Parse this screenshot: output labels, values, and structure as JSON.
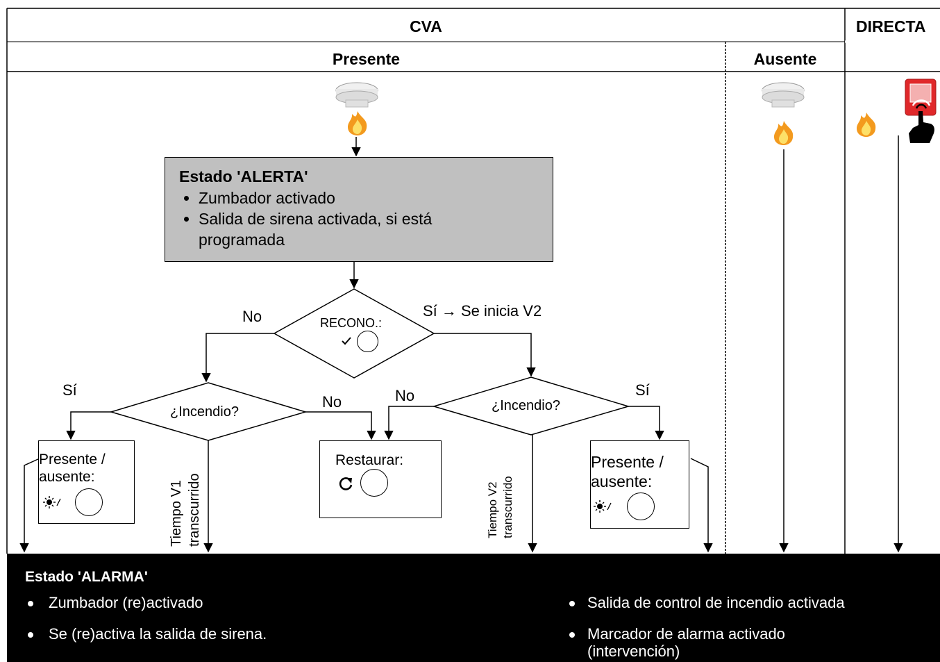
{
  "header": {
    "cva": "CVA",
    "directa": "DIRECTA",
    "presente": "Presente",
    "ausente": "Ausente"
  },
  "alert_state": {
    "title": "Estado 'ALERTA'",
    "items": [
      "Zumbador activado",
      "Salida de sirena activada, si está programada"
    ]
  },
  "decision_ack": {
    "label": "RECONO.:",
    "no_branch": "No",
    "yes_branch": "Sí → Se inicia V2"
  },
  "decision_fire_left": {
    "label": "¿Incendio?",
    "yes_branch": "Sí",
    "no_branch": "No",
    "timeout": [
      "Tiempo V1",
      "transcurrido"
    ]
  },
  "decision_fire_right": {
    "label": "¿Incendio?",
    "no_branch": "No",
    "yes_branch": "Sí",
    "timeout": [
      "Tiempo V2",
      "transcurrido"
    ]
  },
  "box_present_left": {
    "label": "Presente / ausente:"
  },
  "box_restore": {
    "label": "Restaurar:"
  },
  "box_present_right": {
    "label": "Presente / ausente:"
  },
  "alarm_state": {
    "title": "Estado 'ALARMA'",
    "left_items": [
      "Zumbador (re)activado",
      "Se (re)activa la salida de sirena."
    ],
    "right_items": [
      "Salida de control de incendio activada",
      "Marcador de alarma activado",
      "(intervención)"
    ]
  },
  "icons": [
    "smoke-detector-icon",
    "fire-icon",
    "manual-call-point-icon",
    "hand-press-icon",
    "check-icon",
    "restore-icon",
    "sun-moon-icon"
  ],
  "colors": {
    "alert_bg": "#c0c0c0",
    "alarm_bg": "#000000",
    "call_point": "#e0282a"
  }
}
